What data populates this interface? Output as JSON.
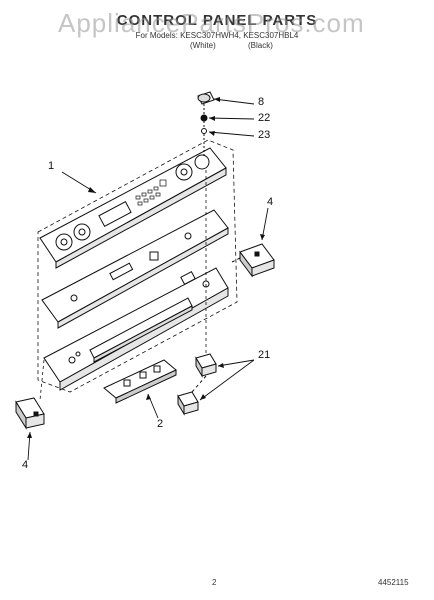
{
  "header": {
    "title": "CONTROL PANEL PARTS",
    "subtitle": "For Models: KESC307HWH4, KESC307HBL4",
    "variant_left": "(White)",
    "variant_right": "(Black)"
  },
  "watermark": "AppliancePartsPros.com",
  "callouts": {
    "c1": "1",
    "c2": "2",
    "c4a": "4",
    "c4b": "4",
    "c8": "8",
    "c21": "21",
    "c22": "22",
    "c23": "23"
  },
  "footer": {
    "page_number": "2",
    "doc_number": "4452115"
  }
}
